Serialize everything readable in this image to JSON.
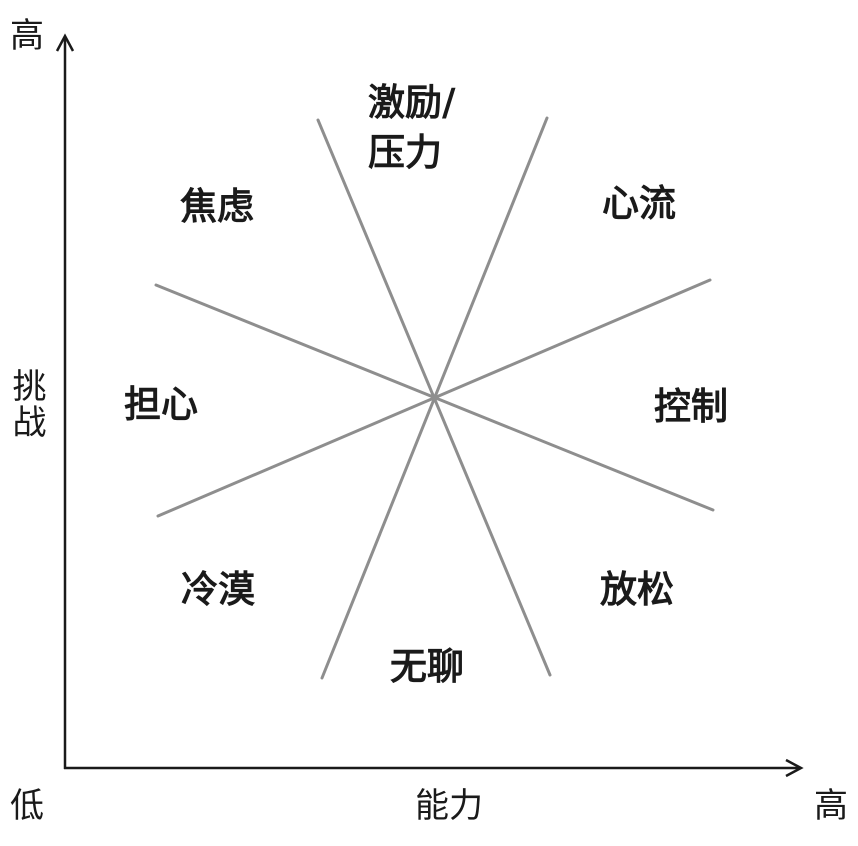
{
  "axes": {
    "y_max": "高",
    "y_title": "挑战",
    "origin": "低",
    "x_title": "能力",
    "x_max": "高"
  },
  "regions": {
    "arousal": [
      "激励/",
      "压力"
    ],
    "anxiety": "焦虑",
    "flow": "心流",
    "worry": "担心",
    "control": "控制",
    "apathy": "冷漠",
    "relaxation": "放松",
    "boredom": "无聊"
  },
  "colors": {
    "divider_line": "#8e8e8e",
    "axis": "#1a1a1a",
    "text": "#1a1a1a",
    "background": "#ffffff"
  }
}
